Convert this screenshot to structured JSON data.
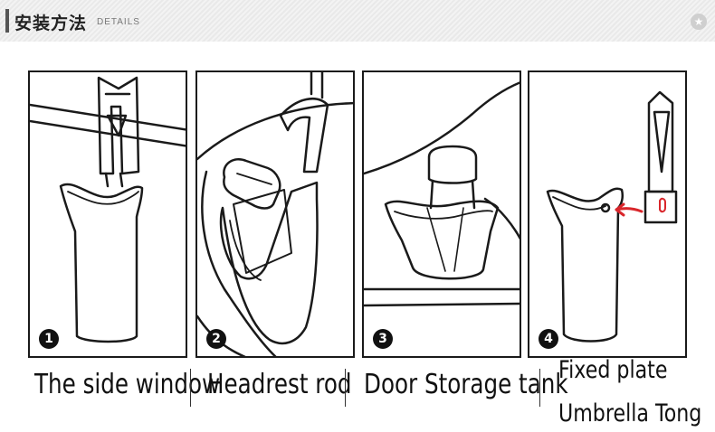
{
  "header": {
    "title": "安装方法",
    "subtitle": "DETAILS",
    "badge_icon": "star-icon"
  },
  "steps": [
    {
      "number": "1",
      "caption": "The side window"
    },
    {
      "number": "2",
      "caption": "Headrest rod"
    },
    {
      "number": "3",
      "caption": "Door Storage tank"
    },
    {
      "number": "4",
      "caption": "Fixed plate",
      "caption2": "Umbrella Tong"
    }
  ],
  "colors": {
    "line": "#1a1a1a",
    "arrow": "#d9262b",
    "header_bg": "#efefef"
  }
}
